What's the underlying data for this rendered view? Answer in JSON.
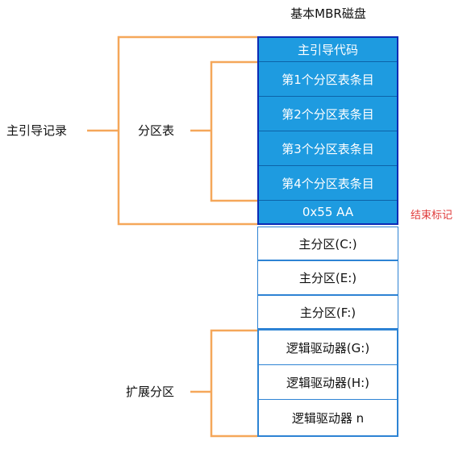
{
  "title": "基本MBR磁盘",
  "mbr": {
    "boot_code": "主引导代码",
    "entries": [
      "第1个分区表条目",
      "第2个分区表条目",
      "第3个分区表条目",
      "第4个分区表条目"
    ],
    "signature": "0x55 AA"
  },
  "primary_partitions": [
    "主分区(C:)",
    "主分区(E:)",
    "主分区(F:)"
  ],
  "logical_drives": [
    "逻辑驱动器(G:)",
    "逻辑驱动器(H:)",
    "逻辑驱动器 n"
  ],
  "labels": {
    "master_boot_record": "主引导记录",
    "partition_table": "分区表",
    "extended_partition": "扩展分区",
    "end_marker": "结束标记"
  },
  "colors": {
    "mbr_fill": "#1e9be0",
    "mbr_border": "#0d2bb5",
    "partition_border": "#2d83d4",
    "bracket": "#f5a75a",
    "end_marker_text": "#e03a3a"
  }
}
